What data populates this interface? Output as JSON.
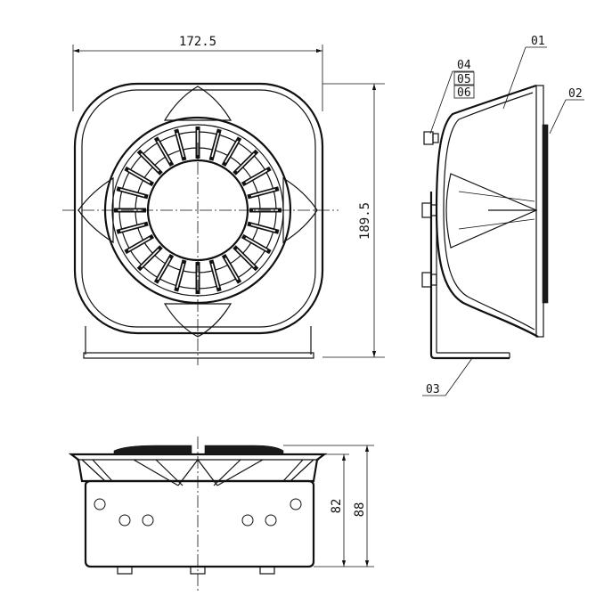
{
  "dimensions": {
    "width": "172.5",
    "height": "189.5",
    "depth_body": "82",
    "depth_total": "88"
  },
  "part_labels": {
    "p01": "01",
    "p02": "02",
    "p03": "03",
    "p04": "04",
    "p05": "05",
    "p06": "06"
  },
  "colors": {
    "line": "#111111",
    "background": "#ffffff"
  }
}
